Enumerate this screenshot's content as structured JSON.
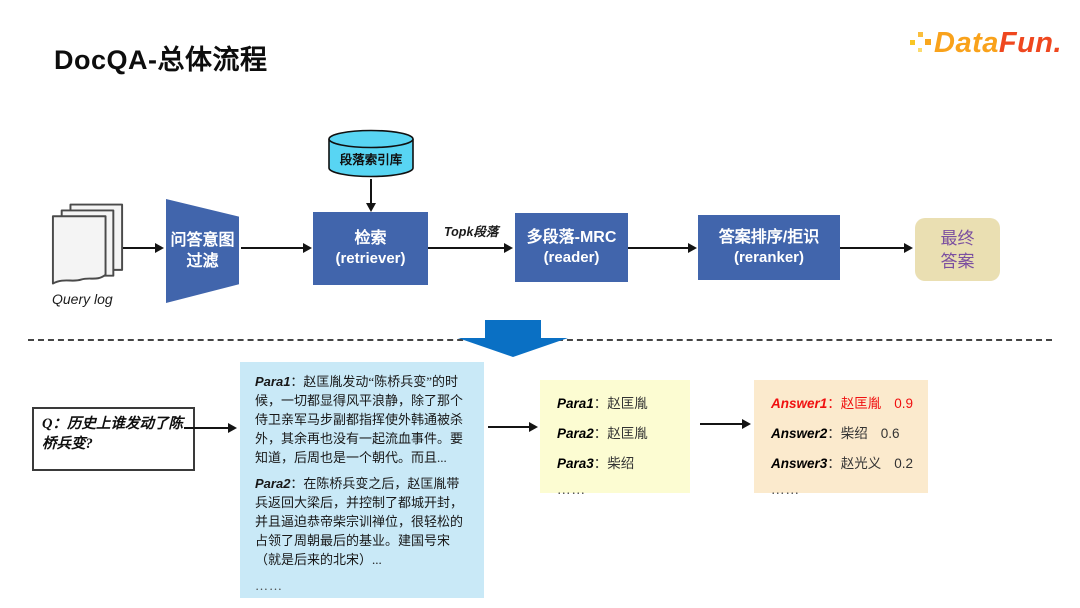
{
  "page": {
    "title": "DocQA-总体流程",
    "logo": {
      "part_data": "Data",
      "part_fun": "Fun."
    }
  },
  "flow": {
    "query_log_label": "Query log",
    "intent_filter": {
      "line1": "问答意图",
      "line2": "过滤"
    },
    "index_db_label": "段落索引库",
    "retriever": {
      "line1": "检索",
      "line2": "(retriever)"
    },
    "topk_label": "Topk段落",
    "reader": {
      "line1": "多段落-MRC",
      "line2": "(reader)"
    },
    "reranker": {
      "line1": "答案排序/拒识",
      "line2": "(reranker)"
    },
    "final_answer": {
      "line1": "最终",
      "line2": "答案"
    }
  },
  "example": {
    "question": {
      "label": "Q：",
      "text": "历史上谁发动了陈桥兵变?"
    },
    "passages": {
      "para1": {
        "label": "Para1",
        "text": "：赵匡胤发动“陈桥兵变”的时候，一切都显得风平浪静，除了那个侍卫亲军马步副都指挥使外韩通被杀外，其余再也没有一起流血事件。要知道，后周也是一个朝代。而且..."
      },
      "para2": {
        "label": "Para2",
        "text": "：在陈桥兵变之后，赵匡胤带兵返回大梁后，并控制了都城开封，并且逼迫恭帝柴宗训禅位，很轻松的占领了周朝最后的基业。建国号宋（就是后来的北宋）..."
      },
      "ellipsis": "……"
    },
    "reader_outputs": {
      "items": [
        {
          "label": "Para1",
          "value": "：赵匡胤"
        },
        {
          "label": "Para2",
          "value": "：赵匡胤"
        },
        {
          "label": "Para3",
          "value": "：柴绍"
        }
      ],
      "ellipsis": "……"
    },
    "answers": {
      "items": [
        {
          "label": "Answer1",
          "value": "：赵匡胤",
          "score": "0.9"
        },
        {
          "label": "Answer2",
          "value": "：柴绍",
          "score": "0.6"
        },
        {
          "label": "Answer3",
          "value": "：赵光义",
          "score": "0.2"
        }
      ],
      "ellipsis": "……"
    }
  },
  "colors": {
    "box_blue": "#4165AC",
    "cylinder_cyan": "#58D5F3",
    "expand_arrow_blue": "#0A70C4",
    "final_box_tan": "#EADFB2",
    "final_text_purple": "#7B4FA0",
    "passages_bg": "#C9E9F7",
    "reader_output_bg": "#FCFCD2",
    "answers_bg": "#FBEACD",
    "highlight_red": "#F01010",
    "logo_orange": "#F9A21B",
    "logo_red_orange": "#EF471F"
  }
}
